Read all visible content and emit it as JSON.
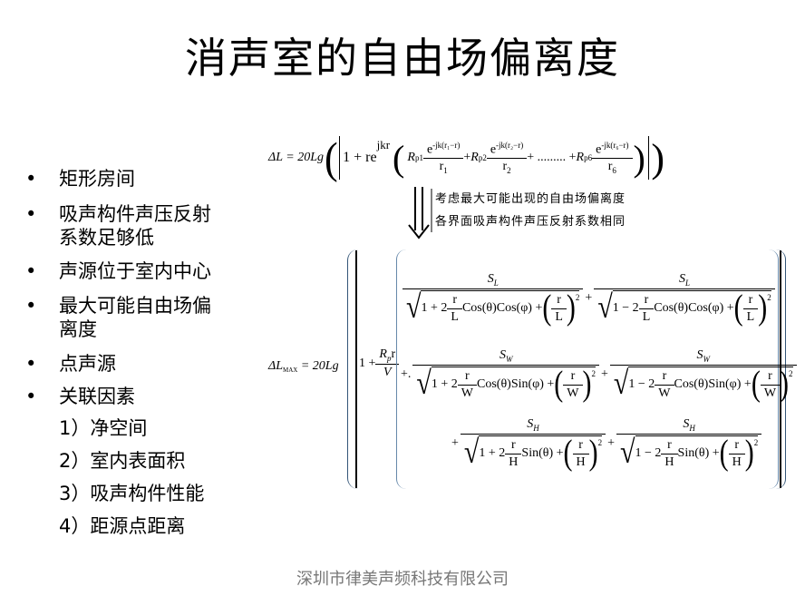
{
  "title": "消声室的自由场偏离度",
  "bullets": [
    "矩形房间",
    "吸声构件声压反射系数足够低",
    "声源位于室内中心",
    "最大可能自由场偏离度",
    "点声源",
    "关联因素"
  ],
  "bullet_lines": {
    "b2a": "吸声构件声压反射",
    "b2b": "系数足够低",
    "b4a": "最大可能自由场偏",
    "b4b": "离度"
  },
  "factors": [
    "1）净空间",
    "2）室内表面积",
    "3）吸声构件性能",
    "4）距源点距离"
  ],
  "formula1": {
    "lhs": "ΔL = 20Lg",
    "one": "1 + re",
    "exp": "jkr",
    "terms": [
      {
        "R": "R",
        "sub": "p1",
        "num": "e",
        "numexp": "-jk(r₁−r)",
        "den": "r",
        "densub": "1"
      },
      {
        "R": "R",
        "sub": "p2",
        "num": "e",
        "numexp": "-jk(r₂−r)",
        "den": "r",
        "densub": "2"
      },
      {
        "R": "R",
        "sub": "p6",
        "num": "e",
        "numexp": "-jk(r₆−r)",
        "den": "r",
        "densub": "6"
      }
    ],
    "plus": "+",
    "dots": "+ ......... +"
  },
  "annotation": [
    "考虑最大可能出现的自由场偏离度",
    "各界面吸声构件声压反射系数相同"
  ],
  "formula2": {
    "lhs": "ΔL",
    "lhs_sub": "MAX",
    "eq": "= 20Lg",
    "one": "1 +",
    "rp_num": "R",
    "rp_sub": "p",
    "rp_r": "r",
    "rp_den": "V",
    "rows": [
      {
        "lead": "",
        "terms": [
          {
            "S": "S",
            "sub": "L",
            "pre": "1 + 2",
            "fn": "r",
            "fd": "L",
            "mid": "Cos(θ)Cos(φ) +",
            "pn": "r",
            "pd": "L",
            "pow": "2"
          },
          {
            "S": "S",
            "sub": "L",
            "pre": "1 − 2",
            "fn": "r",
            "fd": "L",
            "mid": "Cos(θ)Cos(φ) +",
            "pn": "r",
            "pd": "L",
            "pow": "2"
          }
        ]
      },
      {
        "lead": "+.",
        "terms": [
          {
            "S": "S",
            "sub": "W",
            "pre": "1 + 2",
            "fn": "r",
            "fd": "W",
            "mid": "Cos(θ)Sin(φ) +",
            "pn": "r",
            "pd": "W",
            "pow": "2"
          },
          {
            "S": "S",
            "sub": "W",
            "pre": "1 − 2",
            "fn": "r",
            "fd": "W",
            "mid": "Cos(θ)Sin(φ) +",
            "pn": "r",
            "pd": "W",
            "pow": "2"
          }
        ]
      },
      {
        "lead": "+",
        "terms": [
          {
            "S": "S",
            "sub": "H",
            "pre": "1 + 2",
            "fn": "r",
            "fd": "H",
            "mid": "Sin(θ) +",
            "pn": "r",
            "pd": "H",
            "pow": "2"
          },
          {
            "S": "S",
            "sub": "H",
            "pre": "1 − 2",
            "fn": "r",
            "fd": "H",
            "mid": "Sin(θ) +",
            "pn": "r",
            "pd": "H",
            "pow": "2"
          }
        ]
      }
    ],
    "plus": "+"
  },
  "footer": "深圳市律美声频科技有限公司"
}
